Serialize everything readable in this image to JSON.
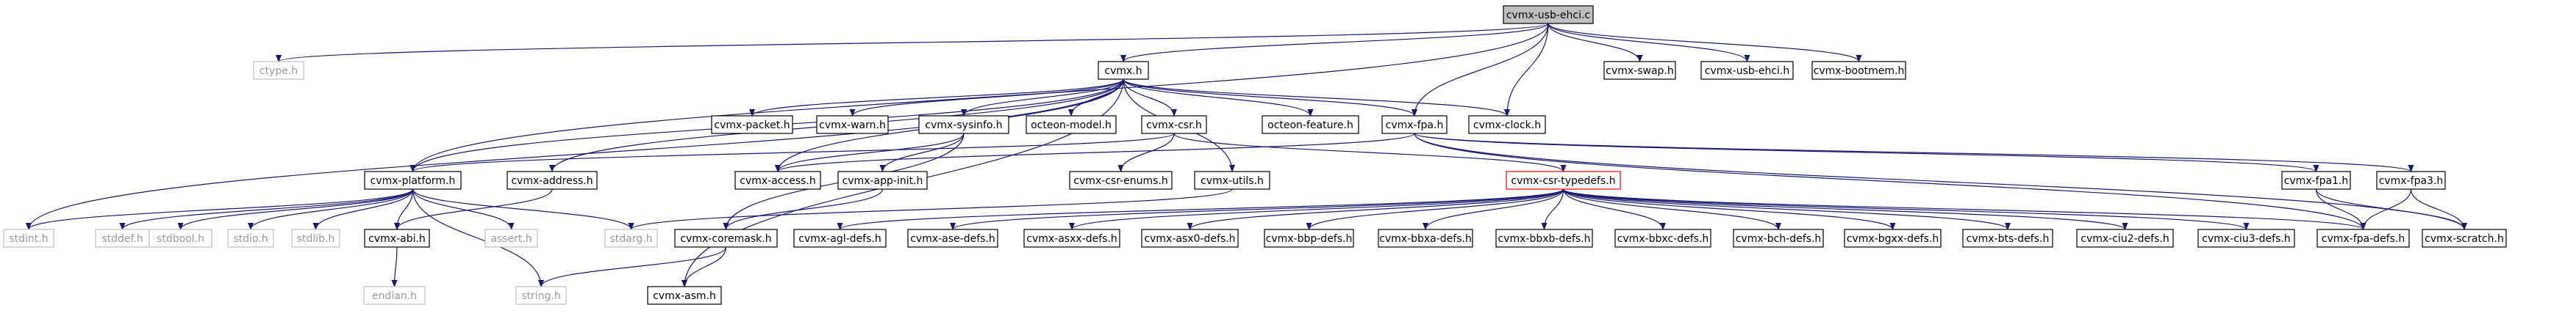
{
  "diagram": {
    "nodes": [
      {
        "id": "cvmx-usb-ehci.c",
        "label": "cvmx-usb-ehci.c",
        "style": "root"
      },
      {
        "id": "ctype.h",
        "label": "ctype.h",
        "style": "ext"
      },
      {
        "id": "cvmx.h",
        "label": "cvmx.h",
        "style": "normal"
      },
      {
        "id": "cvmx-swap.h",
        "label": "cvmx-swap.h",
        "style": "normal"
      },
      {
        "id": "cvmx-usb-ehci.h",
        "label": "cvmx-usb-ehci.h",
        "style": "normal"
      },
      {
        "id": "cvmx-bootmem.h",
        "label": "cvmx-bootmem.h",
        "style": "normal"
      },
      {
        "id": "cvmx-packet.h",
        "label": "cvmx-packet.h",
        "style": "normal"
      },
      {
        "id": "cvmx-warn.h",
        "label": "cvmx-warn.h",
        "style": "normal"
      },
      {
        "id": "cvmx-sysinfo.h",
        "label": "cvmx-sysinfo.h",
        "style": "normal"
      },
      {
        "id": "octeon-model.h",
        "label": "octeon-model.h",
        "style": "normal"
      },
      {
        "id": "cvmx-csr.h",
        "label": "cvmx-csr.h",
        "style": "normal"
      },
      {
        "id": "octeon-feature.h",
        "label": "octeon-feature.h",
        "style": "normal"
      },
      {
        "id": "cvmx-fpa.h",
        "label": "cvmx-fpa.h",
        "style": "normal"
      },
      {
        "id": "cvmx-clock.h",
        "label": "cvmx-clock.h",
        "style": "normal"
      },
      {
        "id": "cvmx-platform.h",
        "label": "cvmx-platform.h",
        "style": "normal"
      },
      {
        "id": "cvmx-address.h",
        "label": "cvmx-address.h",
        "style": "normal"
      },
      {
        "id": "cvmx-access.h",
        "label": "cvmx-access.h",
        "style": "normal"
      },
      {
        "id": "cvmx-app-init.h",
        "label": "cvmx-app-init.h",
        "style": "normal"
      },
      {
        "id": "cvmx-csr-enums.h",
        "label": "cvmx-csr-enums.h",
        "style": "normal"
      },
      {
        "id": "cvmx-utils.h",
        "label": "cvmx-utils.h",
        "style": "normal"
      },
      {
        "id": "cvmx-csr-typedefs.h",
        "label": "cvmx-csr-typedefs.h",
        "style": "highlight"
      },
      {
        "id": "cvmx-fpa1.h",
        "label": "cvmx-fpa1.h",
        "style": "normal"
      },
      {
        "id": "cvmx-fpa3.h",
        "label": "cvmx-fpa3.h",
        "style": "normal"
      },
      {
        "id": "stdint.h",
        "label": "stdint.h",
        "style": "ext"
      },
      {
        "id": "stddef.h",
        "label": "stddef.h",
        "style": "ext"
      },
      {
        "id": "stdbool.h",
        "label": "stdbool.h",
        "style": "ext"
      },
      {
        "id": "stdio.h",
        "label": "stdio.h",
        "style": "ext"
      },
      {
        "id": "stdlib.h",
        "label": "stdlib.h",
        "style": "ext"
      },
      {
        "id": "cvmx-abi.h",
        "label": "cvmx-abi.h",
        "style": "normal"
      },
      {
        "id": "assert.h",
        "label": "assert.h",
        "style": "ext"
      },
      {
        "id": "stdarg.h",
        "label": "stdarg.h",
        "style": "ext"
      },
      {
        "id": "cvmx-coremask.h",
        "label": "cvmx-coremask.h",
        "style": "normal"
      },
      {
        "id": "cvmx-agl-defs.h",
        "label": "cvmx-agl-defs.h",
        "style": "normal"
      },
      {
        "id": "cvmx-ase-defs.h",
        "label": "cvmx-ase-defs.h",
        "style": "normal"
      },
      {
        "id": "cvmx-asxx-defs.h",
        "label": "cvmx-asxx-defs.h",
        "style": "normal"
      },
      {
        "id": "cvmx-asx0-defs.h",
        "label": "cvmx-asx0-defs.h",
        "style": "normal"
      },
      {
        "id": "cvmx-bbp-defs.h",
        "label": "cvmx-bbp-defs.h",
        "style": "normal"
      },
      {
        "id": "cvmx-bbxa-defs.h",
        "label": "cvmx-bbxa-defs.h",
        "style": "normal"
      },
      {
        "id": "cvmx-bbxb-defs.h",
        "label": "cvmx-bbxb-defs.h",
        "style": "normal"
      },
      {
        "id": "cvmx-bbxc-defs.h",
        "label": "cvmx-bbxc-defs.h",
        "style": "normal"
      },
      {
        "id": "cvmx-bch-defs.h",
        "label": "cvmx-bch-defs.h",
        "style": "normal"
      },
      {
        "id": "cvmx-bgxx-defs.h",
        "label": "cvmx-bgxx-defs.h",
        "style": "normal"
      },
      {
        "id": "cvmx-bts-defs.h",
        "label": "cvmx-bts-defs.h",
        "style": "normal"
      },
      {
        "id": "cvmx-ciu2-defs.h",
        "label": "cvmx-ciu2-defs.h",
        "style": "normal"
      },
      {
        "id": "cvmx-ciu3-defs.h",
        "label": "cvmx-ciu3-defs.h",
        "style": "normal"
      },
      {
        "id": "cvmx-fpa-defs.h",
        "label": "cvmx-fpa-defs.h",
        "style": "normal"
      },
      {
        "id": "cvmx-scratch.h",
        "label": "cvmx-scratch.h",
        "style": "normal"
      },
      {
        "id": "endian.h",
        "label": "endian.h",
        "style": "ext"
      },
      {
        "id": "string.h",
        "label": "string.h",
        "style": "ext"
      },
      {
        "id": "cvmx-asm.h",
        "label": "cvmx-asm.h",
        "style": "normal"
      }
    ],
    "edges": [
      [
        "cvmx-usb-ehci.c",
        "ctype.h"
      ],
      [
        "cvmx-usb-ehci.c",
        "cvmx.h"
      ],
      [
        "cvmx-usb-ehci.c",
        "cvmx-swap.h"
      ],
      [
        "cvmx-usb-ehci.c",
        "cvmx-usb-ehci.h"
      ],
      [
        "cvmx-usb-ehci.c",
        "cvmx-bootmem.h"
      ],
      [
        "cvmx-usb-ehci.c",
        "cvmx-clock.h"
      ],
      [
        "cvmx-usb-ehci.c",
        "cvmx-fpa.h"
      ],
      [
        "cvmx-usb-ehci.c",
        "cvmx-platform.h"
      ],
      [
        "cvmx.h",
        "cvmx-packet.h"
      ],
      [
        "cvmx.h",
        "cvmx-warn.h"
      ],
      [
        "cvmx.h",
        "cvmx-sysinfo.h"
      ],
      [
        "cvmx.h",
        "octeon-model.h"
      ],
      [
        "cvmx.h",
        "cvmx-csr.h"
      ],
      [
        "cvmx.h",
        "octeon-feature.h"
      ],
      [
        "cvmx.h",
        "cvmx-fpa.h"
      ],
      [
        "cvmx.h",
        "cvmx-clock.h"
      ],
      [
        "cvmx.h",
        "cvmx-platform.h"
      ],
      [
        "cvmx.h",
        "cvmx-address.h"
      ],
      [
        "cvmx.h",
        "cvmx-access.h"
      ],
      [
        "cvmx.h",
        "cvmx-utils.h"
      ],
      [
        "cvmx.h",
        "stdint.h"
      ],
      [
        "cvmx.h",
        "cvmx-asm.h"
      ],
      [
        "cvmx-sysinfo.h",
        "cvmx-access.h"
      ],
      [
        "cvmx-sysinfo.h",
        "cvmx-app-init.h"
      ],
      [
        "cvmx-sysinfo.h",
        "cvmx-coremask.h"
      ],
      [
        "cvmx-csr.h",
        "cvmx-csr-enums.h"
      ],
      [
        "cvmx-csr.h",
        "cvmx-csr-typedefs.h"
      ],
      [
        "cvmx-csr.h",
        "cvmx-platform.h"
      ],
      [
        "cvmx-fpa.h",
        "cvmx-access.h"
      ],
      [
        "cvmx-fpa.h",
        "cvmx-fpa1.h"
      ],
      [
        "cvmx-fpa.h",
        "cvmx-fpa3.h"
      ],
      [
        "cvmx-fpa.h",
        "cvmx-fpa-defs.h"
      ],
      [
        "cvmx-fpa.h",
        "cvmx-scratch.h"
      ],
      [
        "cvmx-platform.h",
        "stdint.h"
      ],
      [
        "cvmx-platform.h",
        "stddef.h"
      ],
      [
        "cvmx-platform.h",
        "stdbool.h"
      ],
      [
        "cvmx-platform.h",
        "stdio.h"
      ],
      [
        "cvmx-platform.h",
        "stdlib.h"
      ],
      [
        "cvmx-platform.h",
        "cvmx-abi.h"
      ],
      [
        "cvmx-platform.h",
        "assert.h"
      ],
      [
        "cvmx-platform.h",
        "string.h"
      ],
      [
        "cvmx-platform.h",
        "stdarg.h"
      ],
      [
        "cvmx-address.h",
        "cvmx-abi.h"
      ],
      [
        "cvmx-app-init.h",
        "cvmx-coremask.h"
      ],
      [
        "cvmx-utils.h",
        "stdarg.h"
      ],
      [
        "cvmx-abi.h",
        "endian.h"
      ],
      [
        "cvmx-coremask.h",
        "string.h"
      ],
      [
        "cvmx-coremask.h",
        "cvmx-asm.h"
      ],
      [
        "cvmx-csr-typedefs.h",
        "cvmx-agl-defs.h"
      ],
      [
        "cvmx-csr-typedefs.h",
        "cvmx-ase-defs.h"
      ],
      [
        "cvmx-csr-typedefs.h",
        "cvmx-asxx-defs.h"
      ],
      [
        "cvmx-csr-typedefs.h",
        "cvmx-asx0-defs.h"
      ],
      [
        "cvmx-csr-typedefs.h",
        "cvmx-bbp-defs.h"
      ],
      [
        "cvmx-csr-typedefs.h",
        "cvmx-bbxa-defs.h"
      ],
      [
        "cvmx-csr-typedefs.h",
        "cvmx-bbxb-defs.h"
      ],
      [
        "cvmx-csr-typedefs.h",
        "cvmx-bbxc-defs.h"
      ],
      [
        "cvmx-csr-typedefs.h",
        "cvmx-bch-defs.h"
      ],
      [
        "cvmx-csr-typedefs.h",
        "cvmx-bgxx-defs.h"
      ],
      [
        "cvmx-csr-typedefs.h",
        "cvmx-bts-defs.h"
      ],
      [
        "cvmx-csr-typedefs.h",
        "cvmx-ciu2-defs.h"
      ],
      [
        "cvmx-csr-typedefs.h",
        "cvmx-ciu3-defs.h"
      ],
      [
        "cvmx-csr-typedefs.h",
        "cvmx-fpa-defs.h"
      ],
      [
        "cvmx-fpa1.h",
        "cvmx-fpa-defs.h"
      ],
      [
        "cvmx-fpa1.h",
        "cvmx-scratch.h"
      ],
      [
        "cvmx-fpa3.h",
        "cvmx-fpa-defs.h"
      ],
      [
        "cvmx-fpa3.h",
        "cvmx-scratch.h"
      ]
    ],
    "colors": {
      "root_fill": "#bfbfbf",
      "node_fill": "#ffffff",
      "node_stroke": "#000000",
      "ext_stroke": "#bfbfbf",
      "ext_text": "#9a9a9a",
      "highlight_stroke": "#ff0000",
      "edge": "#191970"
    }
  }
}
